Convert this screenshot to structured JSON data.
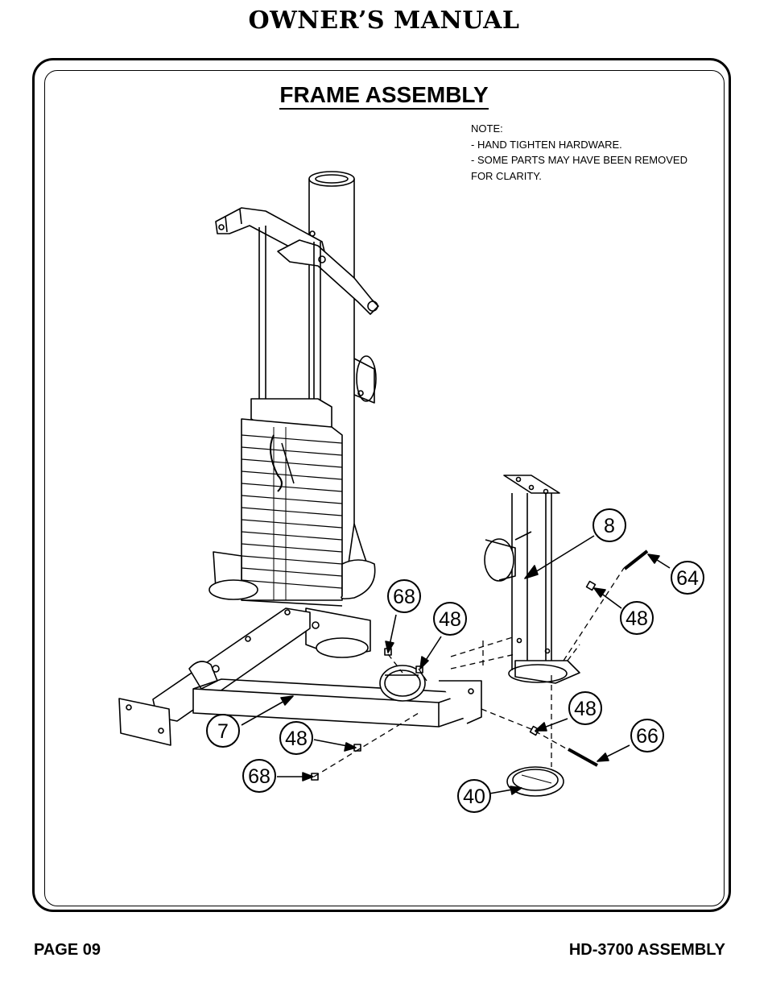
{
  "header": {
    "title": "OWNER’S MANUAL"
  },
  "section": {
    "title": "FRAME ASSEMBLY"
  },
  "note": {
    "lines": [
      "NOTE:",
      "- HAND TIGHTEN HARDWARE.",
      "- SOME PARTS MAY HAVE BEEN REMOVED",
      "FOR CLARITY."
    ]
  },
  "callouts": {
    "c8": "8",
    "c64": "64",
    "c48a": "48",
    "c68a": "68",
    "c48b": "48",
    "c48c": "48",
    "c66": "66",
    "c40": "40",
    "c7": "7",
    "c48d": "48",
    "c68b": "68"
  },
  "footer": {
    "page": "PAGE 09",
    "model": "HD-3700 ASSEMBLY"
  }
}
